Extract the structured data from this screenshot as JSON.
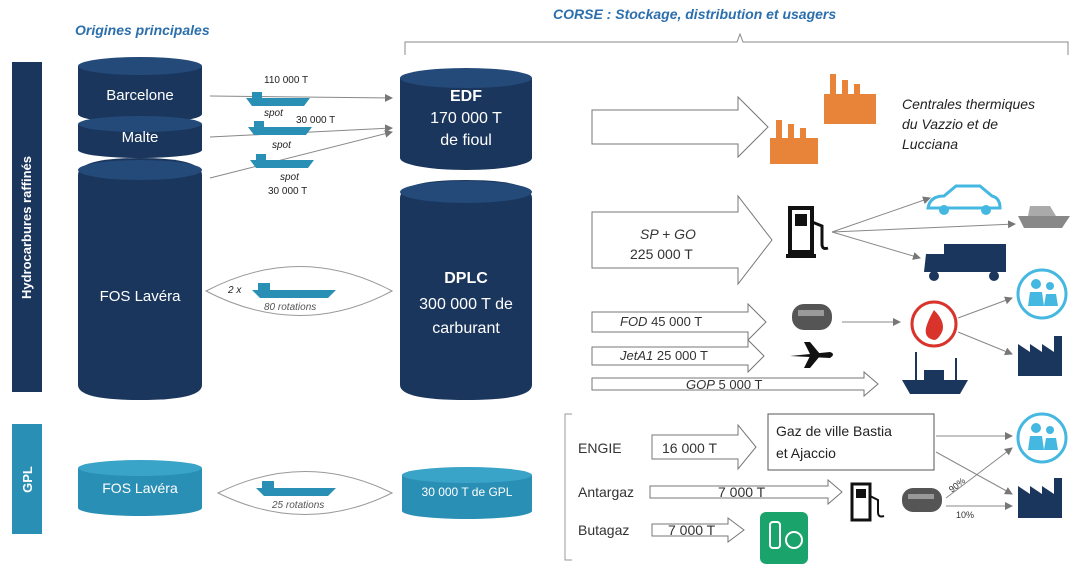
{
  "headers": {
    "left": "Origines principales",
    "right": "CORSE : Stockage, distribution et usagers"
  },
  "side_labels": {
    "top": "Hydrocarbures raffinés",
    "bottom": "GPL"
  },
  "origins": {
    "barcelone": "Barcelone",
    "malte": "Malte",
    "fos": "FOS Lavéra"
  },
  "ship_flows": {
    "barcelone_qty": "110 000 T",
    "spot1": "spot",
    "malte_qty": "30 000 T",
    "spot2": "spot",
    "spot3": "spot",
    "third_qty": "30 000 T",
    "fos_count": "2 x",
    "fos_rotations": "80 rotations",
    "gpl_rotations": "25 rotations"
  },
  "storage": {
    "edf_name": "EDF",
    "edf_qty": "170 000 T",
    "edf_product": "de fioul",
    "dplc_name": "DPLC",
    "dplc_qty": "300 000 T de",
    "dplc_product": "carburant",
    "gpl_fos": "FOS Lavéra",
    "gpl_storage": "30 000 T de GPL"
  },
  "distribution": {
    "centrales_line1": "Centrales thermiques",
    "centrales_line2": "du Vazzio et de",
    "centrales_line3": "Lucciana",
    "spgo_label": "SP + GO",
    "spgo_qty": "225 000 T",
    "fod_label": "FOD",
    "fod_qty": "45 000 T",
    "jet_label": "JetA1",
    "jet_qty": "25 000 T",
    "gop_label": "GOP",
    "gop_qty": "5 000 T"
  },
  "gpl_distribution": {
    "engie": "ENGIE",
    "engie_qty": "16 000 T",
    "antargaz": "Antargaz",
    "antargaz_qty": "7 000 T",
    "butagaz": "Butagaz",
    "butagaz_qty": "7 000 T",
    "gaz_ville_line1": "Gaz de ville Bastia",
    "gaz_ville_line2": "et Ajaccio",
    "pct_90": "90%",
    "pct_10": "10%"
  },
  "colors": {
    "navy": "#1b365d",
    "teal": "#2a8fb5",
    "light_blue": "#44b8e0",
    "orange": "#e8843a",
    "red": "#d9342b"
  },
  "icons": [
    "ship-icon",
    "factory-icon",
    "fuel-pump-icon",
    "car-icon",
    "boat-icon",
    "truck-icon",
    "tank-icon",
    "flame-icon",
    "family-icon",
    "industry-icon",
    "plane-icon",
    "trawler-icon",
    "gas-bottle-icon"
  ]
}
